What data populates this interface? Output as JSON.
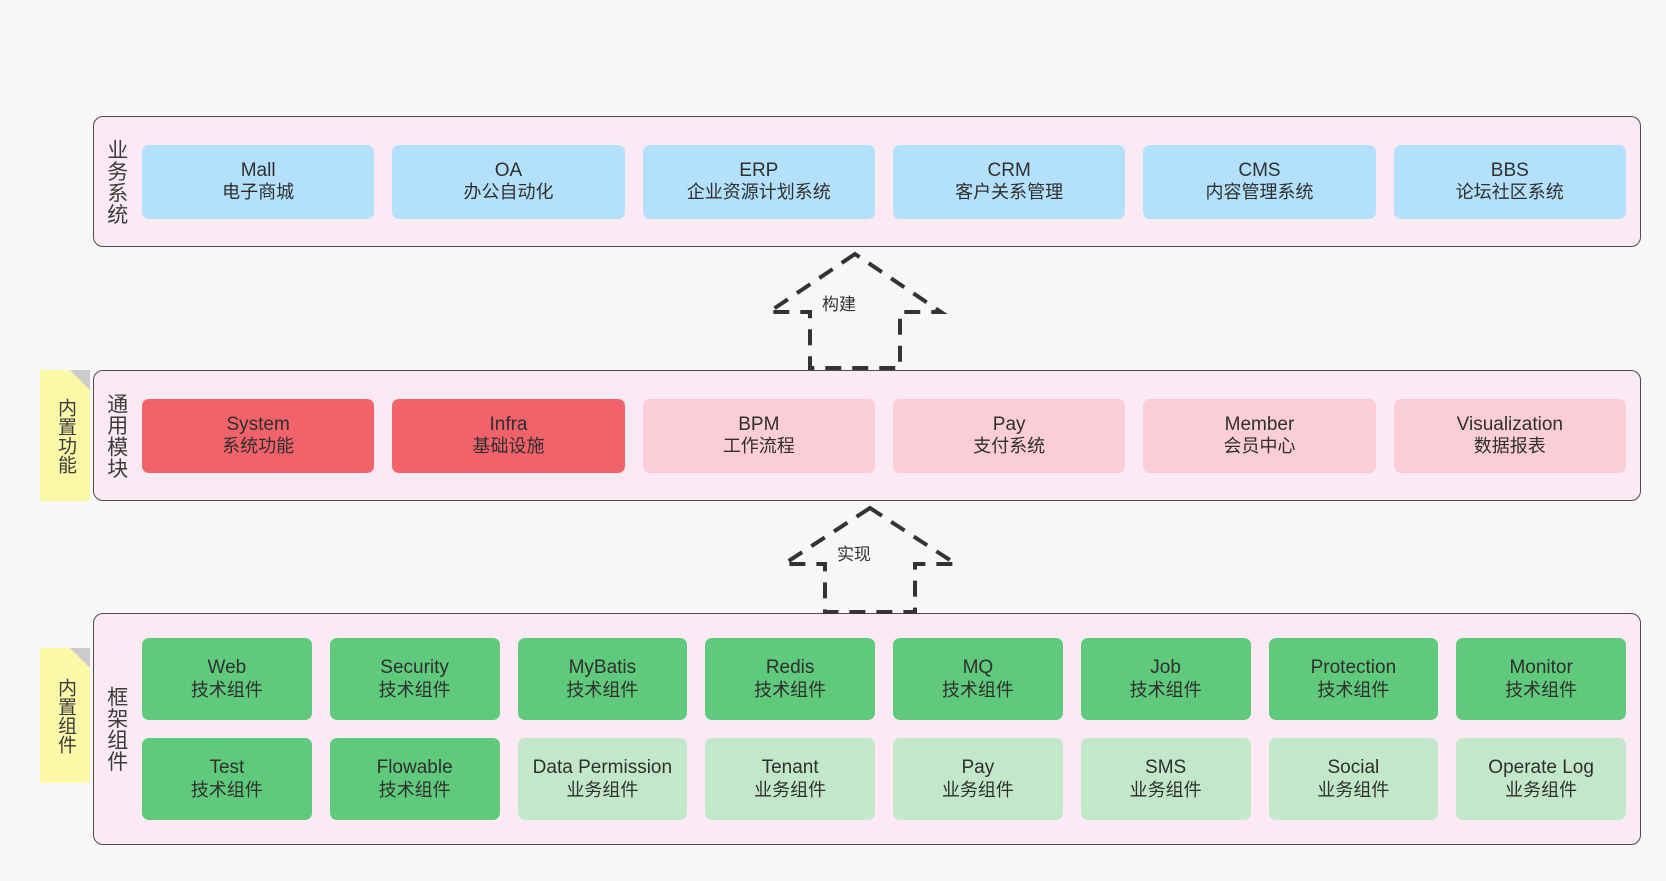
{
  "diagram": {
    "background_color": "#f7f7f7",
    "layer_fill": "#fbeaf4",
    "layer_border": "#4d4d4d",
    "note_fill": "#fbf8a8",
    "colors": {
      "business_card": "#b3e0fb",
      "common_active_card": "#f2626a",
      "common_planned_card": "#fbcdd6",
      "framework_tech_card": "#5fca7b",
      "framework_biz_card": "#c3e8c9"
    }
  },
  "layers": {
    "business": {
      "title": "业务系统",
      "cards": [
        {
          "en": "Mall",
          "cn": "电子商城",
          "variant": "c-blue"
        },
        {
          "en": "OA",
          "cn": "办公自动化",
          "variant": "c-blue"
        },
        {
          "en": "ERP",
          "cn": "企业资源计划系统",
          "variant": "c-blue"
        },
        {
          "en": "CRM",
          "cn": "客户关系管理",
          "variant": "c-blue"
        },
        {
          "en": "CMS",
          "cn": "内容管理系统",
          "variant": "c-blue"
        },
        {
          "en": "BBS",
          "cn": "论坛社区系统",
          "variant": "c-blue"
        }
      ]
    },
    "common": {
      "title": "通用模块",
      "note": "内置功能",
      "cards": [
        {
          "en": "System",
          "cn": "系统功能",
          "variant": "c-red"
        },
        {
          "en": "Infra",
          "cn": "基础设施",
          "variant": "c-red"
        },
        {
          "en": "BPM",
          "cn": "工作流程",
          "variant": "c-pink"
        },
        {
          "en": "Pay",
          "cn": "支付系统",
          "variant": "c-pink"
        },
        {
          "en": "Member",
          "cn": "会员中心",
          "variant": "c-pink"
        },
        {
          "en": "Visualization",
          "cn": "数据报表",
          "variant": "c-pink"
        }
      ]
    },
    "framework": {
      "title": "框架组件",
      "note": "内置组件",
      "row1": [
        {
          "en": "Web",
          "cn": "技术组件",
          "variant": "c-green"
        },
        {
          "en": "Security",
          "cn": "技术组件",
          "variant": "c-green"
        },
        {
          "en": "MyBatis",
          "cn": "技术组件",
          "variant": "c-green"
        },
        {
          "en": "Redis",
          "cn": "技术组件",
          "variant": "c-green"
        },
        {
          "en": "MQ",
          "cn": "技术组件",
          "variant": "c-green"
        },
        {
          "en": "Job",
          "cn": "技术组件",
          "variant": "c-green"
        },
        {
          "en": "Protection",
          "cn": "技术组件",
          "variant": "c-green"
        },
        {
          "en": "Monitor",
          "cn": "技术组件",
          "variant": "c-green"
        }
      ],
      "row2": [
        {
          "en": "Test",
          "cn": "技术组件",
          "variant": "c-green"
        },
        {
          "en": "Flowable",
          "cn": "技术组件",
          "variant": "c-green"
        },
        {
          "en": "Data Permission",
          "cn": "业务组件",
          "variant": "c-lightgreen"
        },
        {
          "en": "Tenant",
          "cn": "业务组件",
          "variant": "c-lightgreen"
        },
        {
          "en": "Pay",
          "cn": "业务组件",
          "variant": "c-lightgreen"
        },
        {
          "en": "SMS",
          "cn": "业务组件",
          "variant": "c-lightgreen"
        },
        {
          "en": "Social",
          "cn": "业务组件",
          "variant": "c-lightgreen"
        },
        {
          "en": "Operate Log",
          "cn": "业务组件",
          "variant": "c-lightgreen"
        }
      ]
    }
  },
  "connectors": {
    "build": {
      "label": "构建",
      "style": "dashed-generalization",
      "direction": "up"
    },
    "implement": {
      "label": "实现",
      "style": "dashed-generalization",
      "direction": "up"
    }
  }
}
